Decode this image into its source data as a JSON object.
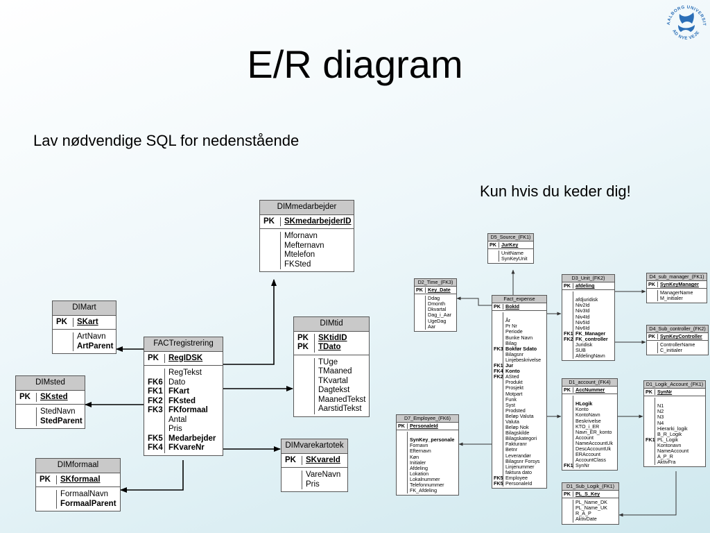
{
  "title": "E/R diagram",
  "subtitle": "Lav nødvendige SQL for nedenstående",
  "note": "Kun hvis du keder dig!",
  "logo": {
    "icon": "aalborg-university-logo-icon",
    "top_text": "AALBORG UNIVERSITET",
    "bottom_text": "AD NYE VEJE",
    "color": "#2b6fb7"
  },
  "entities": {
    "dimmedarbejder": {
      "name": "DIMmedarbejder",
      "pk": {
        "k": "PK",
        "f": "SKmedarbejderID"
      },
      "fields": [
        {
          "k": "",
          "f": "Mfornavn"
        },
        {
          "k": "",
          "f": "Mefternavn"
        },
        {
          "k": "",
          "f": "Mtelefon"
        },
        {
          "k": "",
          "f": "FKSted"
        }
      ]
    },
    "dimart": {
      "name": "DIMart",
      "pk": {
        "k": "PK",
        "f": "SKart"
      },
      "fields": [
        {
          "k": "",
          "f": "ArtNavn"
        },
        {
          "k": "",
          "f": "ArtParent",
          "bold": true
        }
      ]
    },
    "dimtid": {
      "name": "DIMtid",
      "pk": {
        "k": "PK\nPK",
        "f": "SKtidID\nTDato"
      },
      "fields": [
        {
          "k": "",
          "f": "TUge"
        },
        {
          "k": "",
          "f": "TMaaned"
        },
        {
          "k": "",
          "f": "TKvartal"
        },
        {
          "k": "",
          "f": "Dagtekst"
        },
        {
          "k": "",
          "f": "MaanedTekst"
        },
        {
          "k": "",
          "f": "AarstidTekst"
        }
      ]
    },
    "factregistrering": {
      "name": "FACTregistrering",
      "pk": {
        "k": "PK",
        "f": "RegIDSK"
      },
      "fields": [
        {
          "k": "",
          "f": "RegTekst"
        },
        {
          "k": "FK6",
          "f": "Dato"
        },
        {
          "k": "FK1",
          "f": "FKart",
          "bold": true
        },
        {
          "k": "FK2",
          "f": "FKsted",
          "bold": true
        },
        {
          "k": "FK3",
          "f": "FKformaal",
          "bold": true
        },
        {
          "k": "",
          "f": "Antal"
        },
        {
          "k": "",
          "f": "Pris"
        },
        {
          "k": "FK5",
          "f": "Medarbejder",
          "bold": true
        },
        {
          "k": "FK4",
          "f": "FKvareNr",
          "bold": true
        }
      ]
    },
    "dimsted": {
      "name": "DIMsted",
      "pk": {
        "k": "PK",
        "f": "SKsted"
      },
      "fields": [
        {
          "k": "",
          "f": "StedNavn"
        },
        {
          "k": "",
          "f": "StedParent",
          "bold": true
        }
      ]
    },
    "dimvarekartotek": {
      "name": "DIMvarekartotek",
      "pk": {
        "k": "PK",
        "f": "SKvareId"
      },
      "fields": [
        {
          "k": "",
          "f": "VareNavn"
        },
        {
          "k": "",
          "f": "Pris"
        }
      ]
    },
    "dimformaal": {
      "name": "DIMformaal",
      "pk": {
        "k": "PK",
        "f": "SKformaal"
      },
      "fields": [
        {
          "k": "",
          "f": "FormaalNavn"
        },
        {
          "k": "",
          "f": "FormaalParent",
          "bold": true
        }
      ]
    },
    "d5_source": {
      "name": "D5_Source_(FK1)",
      "pk": {
        "k": "PK",
        "f": "JurKey"
      },
      "fields": [
        {
          "k": "",
          "f": "UnitName"
        },
        {
          "k": "",
          "f": "SynKeyUnit"
        }
      ]
    },
    "d2_time": {
      "name": "D2_Time_(FK3)",
      "pk": {
        "k": "PK",
        "f": "Key_Date"
      },
      "fields": [
        {
          "k": "",
          "f": "Ddag"
        },
        {
          "k": "",
          "f": "Dmonth"
        },
        {
          "k": "",
          "f": "Dkvartal"
        },
        {
          "k": "",
          "f": "Dag_i_Aar"
        },
        {
          "k": "",
          "f": "UgeDag"
        },
        {
          "k": "",
          "f": "Aar"
        }
      ]
    },
    "fact_expense": {
      "name": "Fact_expense",
      "pk": {
        "k": "PK",
        "f": "BokId"
      },
      "fields": [
        {
          "k": "",
          "f": ""
        },
        {
          "k": "",
          "f": "År"
        },
        {
          "k": "",
          "f": "Pr Nr"
        },
        {
          "k": "",
          "f": "Periode"
        },
        {
          "k": "",
          "f": "Bunke Navn"
        },
        {
          "k": "",
          "f": "Bilag"
        },
        {
          "k": "FK3",
          "f": "Bokfør Sdato",
          "bold": true
        },
        {
          "k": "",
          "f": "Bilagsnr"
        },
        {
          "k": "",
          "f": "Linjebeskrivelse"
        },
        {
          "k": "FK1",
          "f": "Jur",
          "bold": true
        },
        {
          "k": "FK4",
          "f": "Konto",
          "bold": true
        },
        {
          "k": "FK2",
          "f": "ASted"
        },
        {
          "k": "",
          "f": "Produkt"
        },
        {
          "k": "",
          "f": "Prosjekt"
        },
        {
          "k": "",
          "f": "Motpart"
        },
        {
          "k": "",
          "f": "Funk"
        },
        {
          "k": "",
          "f": "Syst"
        },
        {
          "k": "",
          "f": "Prodsted"
        },
        {
          "k": "",
          "f": "Beløp Valuta"
        },
        {
          "k": "",
          "f": "Valuta"
        },
        {
          "k": "",
          "f": "Beløp Nok"
        },
        {
          "k": "",
          "f": "Bilagskilde"
        },
        {
          "k": "",
          "f": "Bilagskategori"
        },
        {
          "k": "",
          "f": "Fakturanr"
        },
        {
          "k": "",
          "f": "Betnr"
        },
        {
          "k": "",
          "f": "Leverandør"
        },
        {
          "k": "",
          "f": "Bilagsnr Forsys"
        },
        {
          "k": "",
          "f": "Linjenummer"
        },
        {
          "k": "",
          "f": "faktura dato"
        },
        {
          "k": "FK5",
          "f": "Employee"
        },
        {
          "k": "FK5",
          "f": "PersonaleId"
        }
      ]
    },
    "d3_unit": {
      "name": "D3_Unit_(FK2)",
      "pk": {
        "k": "PK",
        "f": "afdeling"
      },
      "fields": [
        {
          "k": "",
          "f": ""
        },
        {
          "k": "",
          "f": "afdjuridisk"
        },
        {
          "k": "",
          "f": "Niv2Id"
        },
        {
          "k": "",
          "f": "Niv3Id"
        },
        {
          "k": "",
          "f": "Niv4Id"
        },
        {
          "k": "",
          "f": "Niv5Id"
        },
        {
          "k": "",
          "f": "Niv6Id"
        },
        {
          "k": "FK1",
          "f": "FK_Manager",
          "bold": true
        },
        {
          "k": "FK2",
          "f": "FK_controller",
          "bold": true
        },
        {
          "k": "",
          "f": "Juridisk"
        },
        {
          "k": "",
          "f": "SUB"
        },
        {
          "k": "",
          "f": "AfdelingNavn"
        }
      ]
    },
    "d4_sub_manager": {
      "name": "D4_sub_manager_(FK1)",
      "pk": {
        "k": "PK",
        "f": "SynKeyManager"
      },
      "fields": [
        {
          "k": "",
          "f": "ManagerName"
        },
        {
          "k": "",
          "f": "M_initialer"
        }
      ]
    },
    "d4_sub_controller": {
      "name": "D4_Sub_controller_(FK2)",
      "pk": {
        "k": "PK",
        "f": "SynKeyController"
      },
      "fields": [
        {
          "k": "",
          "f": "ControllerName"
        },
        {
          "k": "",
          "f": "C_initialer"
        }
      ]
    },
    "d1_account": {
      "name": "D1_account_(FK4)",
      "pk": {
        "k": "PK",
        "f": "AccNummer"
      },
      "fields": [
        {
          "k": "",
          "f": ""
        },
        {
          "k": "",
          "f": "HLogik",
          "bold": true
        },
        {
          "k": "",
          "f": "Konto"
        },
        {
          "k": "",
          "f": "KontoNavn"
        },
        {
          "k": "",
          "f": "Beskrivelse"
        },
        {
          "k": "",
          "f": "KTO_i_ER"
        },
        {
          "k": "",
          "f": "Navn_ER_konto"
        },
        {
          "k": "",
          "f": "Account"
        },
        {
          "k": "",
          "f": "NameAccountUk"
        },
        {
          "k": "",
          "f": "DescAccountUk"
        },
        {
          "k": "",
          "f": "ERAccount"
        },
        {
          "k": "",
          "f": "AccountClass"
        },
        {
          "k": "FK1",
          "f": "SynNr"
        }
      ]
    },
    "d1_logik_account": {
      "name": "D1_Logik_Account_(FK1)",
      "pk": {
        "k": "PK",
        "f": "SynNr"
      },
      "fields": [
        {
          "k": "",
          "f": ""
        },
        {
          "k": "",
          "f": "N1"
        },
        {
          "k": "",
          "f": "N2"
        },
        {
          "k": "",
          "f": "N3"
        },
        {
          "k": "",
          "f": "N4"
        },
        {
          "k": "",
          "f": "Hierarki_logik"
        },
        {
          "k": "",
          "f": "B_R_Logik"
        },
        {
          "k": "FK1",
          "f": "PL_Logik"
        },
        {
          "k": "",
          "f": "Kontonavn"
        },
        {
          "k": "",
          "f": "NameAccount"
        },
        {
          "k": "",
          "f": "A_P_R"
        },
        {
          "k": "",
          "f": "AktivFra"
        }
      ]
    },
    "d7_employee": {
      "name": "D7_Employee_(FK6)",
      "pk": {
        "k": "PK",
        "f": "PersonaleId"
      },
      "fields": [
        {
          "k": "",
          "f": ""
        },
        {
          "k": "",
          "f": "SynKey_personale",
          "bold": true
        },
        {
          "k": "",
          "f": "Fornavn"
        },
        {
          "k": "",
          "f": "Efternavn"
        },
        {
          "k": "",
          "f": "Køn"
        },
        {
          "k": "",
          "f": "Initialer"
        },
        {
          "k": "",
          "f": "Afdeling"
        },
        {
          "k": "",
          "f": "Lokation"
        },
        {
          "k": "",
          "f": "Lokalnummer"
        },
        {
          "k": "",
          "f": "Telefonnummer"
        },
        {
          "k": "",
          "f": "FK_Afdeling"
        }
      ]
    },
    "d1_sub_logik": {
      "name": "D1_Sub_Logik_(FK1)",
      "pk": {
        "k": "PK",
        "f": "PL_S_Key"
      },
      "fields": [
        {
          "k": "",
          "f": "PL_Name_DK"
        },
        {
          "k": "",
          "f": "PL_Name_UK"
        },
        {
          "k": "",
          "f": "R_A_P"
        },
        {
          "k": "",
          "f": "AktivDate"
        }
      ]
    }
  }
}
